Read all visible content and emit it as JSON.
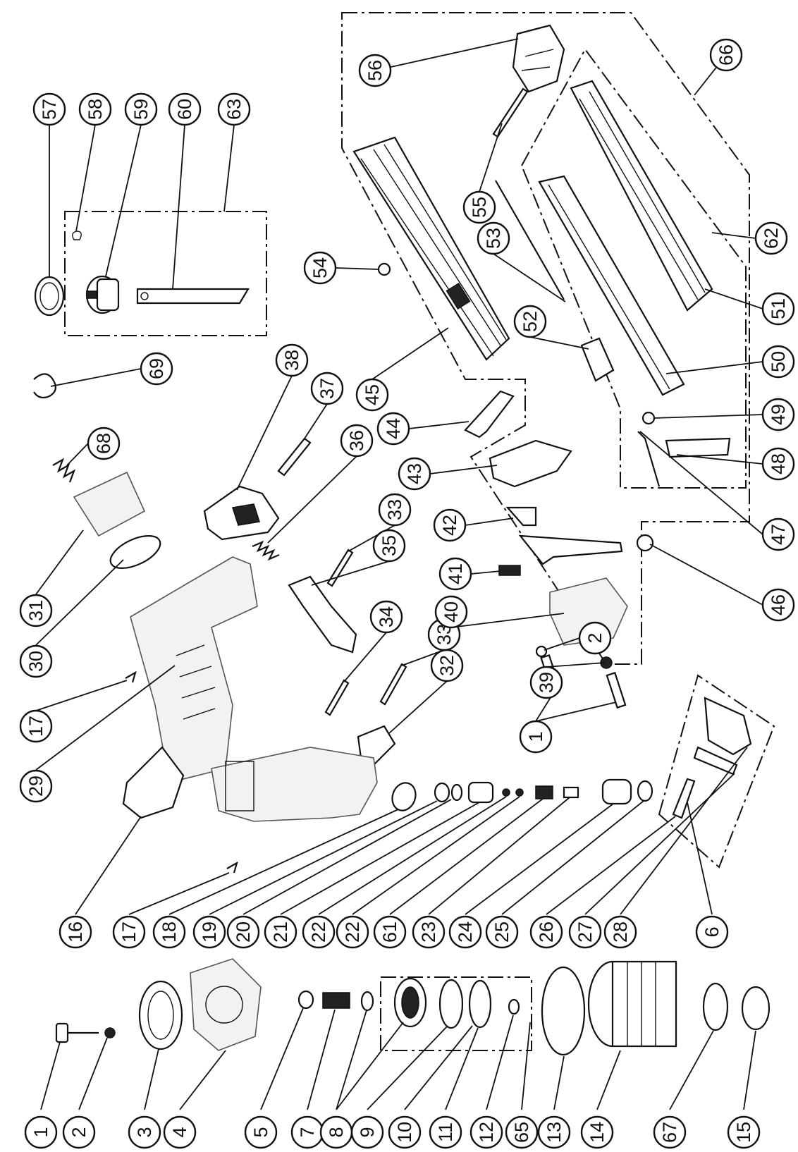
{
  "callouts": [
    {
      "id": "c1a",
      "label": "1"
    },
    {
      "id": "c2a",
      "label": "2"
    },
    {
      "id": "c3",
      "label": "3"
    },
    {
      "id": "c4",
      "label": "4"
    },
    {
      "id": "c5",
      "label": "5"
    },
    {
      "id": "c7",
      "label": "7"
    },
    {
      "id": "c8",
      "label": "8"
    },
    {
      "id": "c9",
      "label": "9"
    },
    {
      "id": "c10",
      "label": "10"
    },
    {
      "id": "c11",
      "label": "11"
    },
    {
      "id": "c12",
      "label": "12"
    },
    {
      "id": "c65",
      "label": "65"
    },
    {
      "id": "c13",
      "label": "13"
    },
    {
      "id": "c14",
      "label": "14"
    },
    {
      "id": "c67",
      "label": "67"
    },
    {
      "id": "c15",
      "label": "15"
    },
    {
      "id": "c16",
      "label": "16"
    },
    {
      "id": "c17b",
      "label": "17"
    },
    {
      "id": "c18",
      "label": "18"
    },
    {
      "id": "c19",
      "label": "19"
    },
    {
      "id": "c20",
      "label": "20"
    },
    {
      "id": "c21",
      "label": "21"
    },
    {
      "id": "c22a",
      "label": "22"
    },
    {
      "id": "c22b",
      "label": "22"
    },
    {
      "id": "c61",
      "label": "61"
    },
    {
      "id": "c23",
      "label": "23"
    },
    {
      "id": "c24",
      "label": "24"
    },
    {
      "id": "c25",
      "label": "25"
    },
    {
      "id": "c26",
      "label": "26"
    },
    {
      "id": "c27",
      "label": "27"
    },
    {
      "id": "c28",
      "label": "28"
    },
    {
      "id": "c6",
      "label": "6"
    },
    {
      "id": "c29",
      "label": "29"
    },
    {
      "id": "c17a",
      "label": "17"
    },
    {
      "id": "c30",
      "label": "30"
    },
    {
      "id": "c31",
      "label": "31"
    },
    {
      "id": "c68",
      "label": "68"
    },
    {
      "id": "c69",
      "label": "69"
    },
    {
      "id": "c38",
      "label": "38"
    },
    {
      "id": "c37",
      "label": "37"
    },
    {
      "id": "c36",
      "label": "36"
    },
    {
      "id": "c33a",
      "label": "33"
    },
    {
      "id": "c35",
      "label": "35"
    },
    {
      "id": "c34",
      "label": "34"
    },
    {
      "id": "c33b",
      "label": "33"
    },
    {
      "id": "c32",
      "label": "32"
    },
    {
      "id": "c1b",
      "label": "1"
    },
    {
      "id": "c39",
      "label": "39"
    },
    {
      "id": "c2b",
      "label": "2"
    },
    {
      "id": "c40",
      "label": "40"
    },
    {
      "id": "c41",
      "label": "41"
    },
    {
      "id": "c42",
      "label": "42"
    },
    {
      "id": "c43",
      "label": "43"
    },
    {
      "id": "c44",
      "label": "44"
    },
    {
      "id": "c45",
      "label": "45"
    },
    {
      "id": "c46",
      "label": "46"
    },
    {
      "id": "c47",
      "label": "47"
    },
    {
      "id": "c48",
      "label": "48"
    },
    {
      "id": "c49",
      "label": "49"
    },
    {
      "id": "c50",
      "label": "50"
    },
    {
      "id": "c51",
      "label": "51"
    },
    {
      "id": "c52",
      "label": "52"
    },
    {
      "id": "c53",
      "label": "53"
    },
    {
      "id": "c54",
      "label": "54"
    },
    {
      "id": "c55",
      "label": "55"
    },
    {
      "id": "c56",
      "label": "56"
    },
    {
      "id": "c62",
      "label": "62"
    },
    {
      "id": "c66",
      "label": "66"
    },
    {
      "id": "c57",
      "label": "57"
    },
    {
      "id": "c58",
      "label": "58"
    },
    {
      "id": "c59",
      "label": "59"
    },
    {
      "id": "c60",
      "label": "60"
    },
    {
      "id": "c63",
      "label": "63"
    }
  ]
}
